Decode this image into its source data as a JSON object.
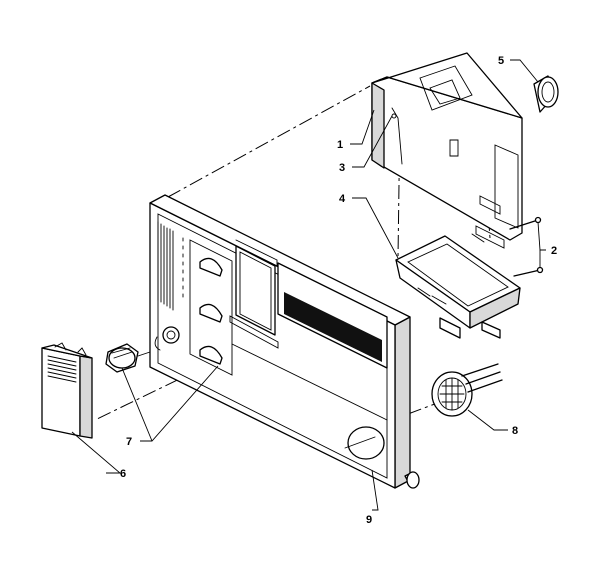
{
  "callouts": [
    {
      "id": "1",
      "text": "1"
    },
    {
      "id": "2",
      "text": "2"
    },
    {
      "id": "3",
      "text": "3"
    },
    {
      "id": "4",
      "text": "4"
    },
    {
      "id": "5",
      "text": "5"
    },
    {
      "id": "6",
      "text": "6"
    },
    {
      "id": "7",
      "text": "7"
    },
    {
      "id": "8",
      "text": "8"
    },
    {
      "id": "9",
      "text": "9"
    }
  ],
  "colors": {
    "line": "#000000",
    "background": "#ffffff"
  }
}
